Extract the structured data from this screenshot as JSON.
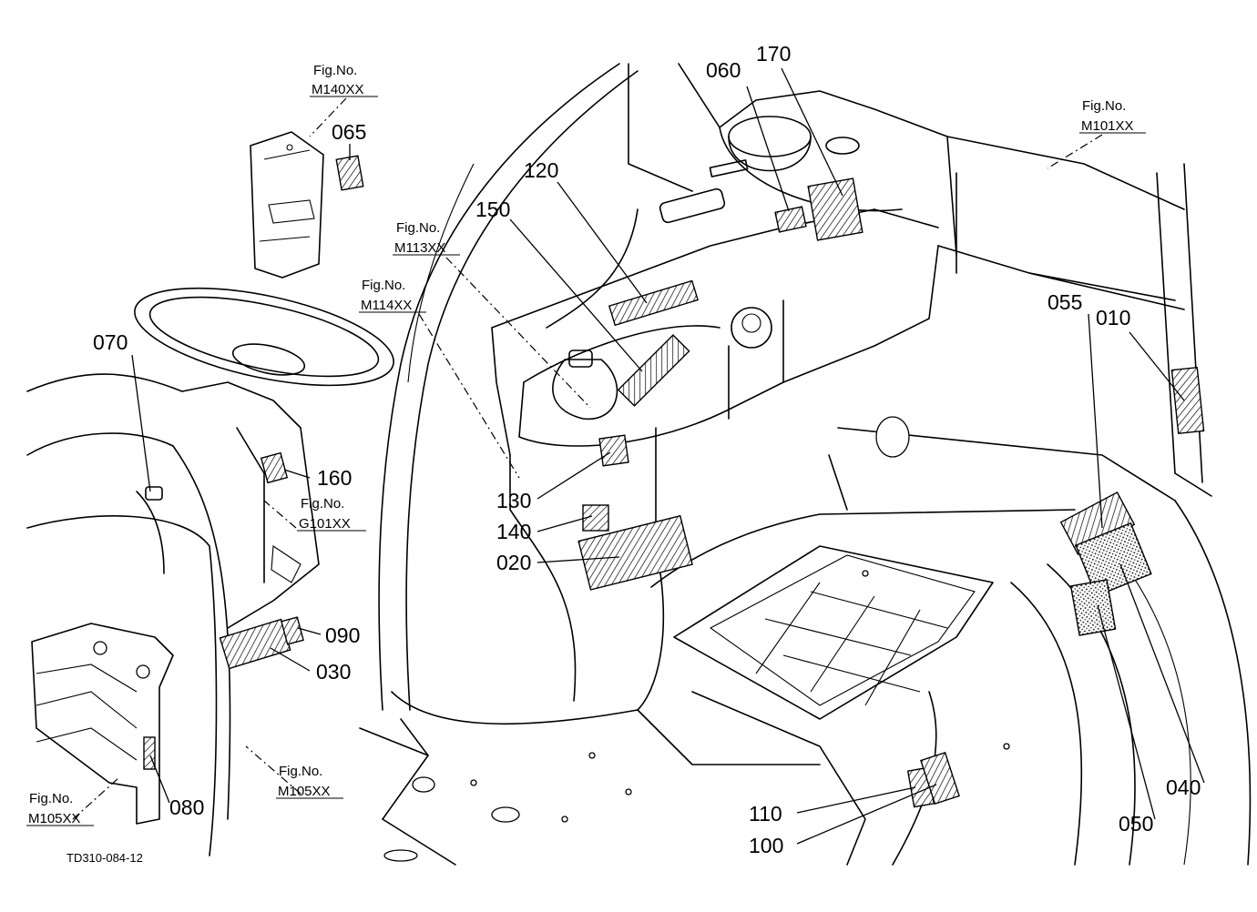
{
  "drawing_code": "TD310-084-12",
  "fig_caption": "Fig.No.",
  "fig_refs": {
    "m140": "M140XX",
    "m113": "M113XX",
    "m114": "M114XX",
    "m101": "M101XX",
    "g101": "G101XX",
    "m105_left": "M105XX",
    "m105_center": "M105XX"
  },
  "part_numbers": {
    "p010": "010",
    "p020": "020",
    "p030": "030",
    "p040": "040",
    "p050": "050",
    "p055": "055",
    "p060": "060",
    "p065": "065",
    "p070": "070",
    "p080": "080",
    "p090": "090",
    "p100": "100",
    "p110": "110",
    "p120": "120",
    "p130": "130",
    "p140": "140",
    "p150": "150",
    "p160": "160",
    "p170": "170"
  },
  "colors": {
    "line": "#000000",
    "background": "#ffffff"
  }
}
